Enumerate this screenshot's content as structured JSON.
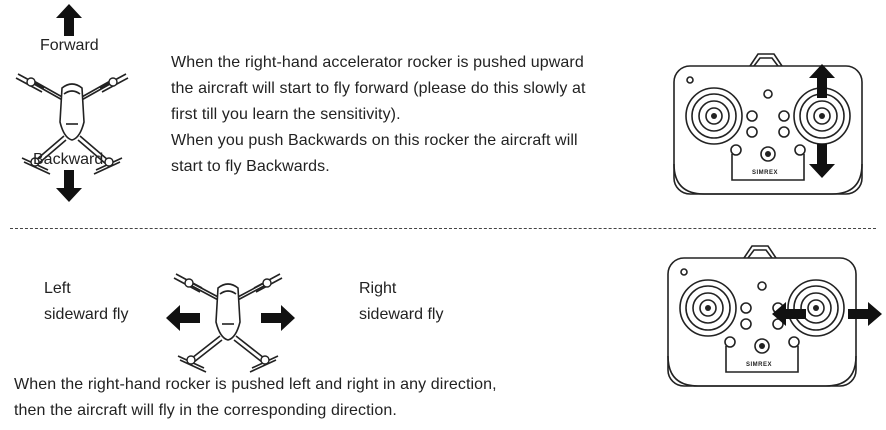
{
  "section_forward": {
    "label_forward": "Forward",
    "label_backward": "Backward",
    "text_lines": [
      "When the right-hand accelerator rocker  is pushed upward",
      "the aircraft will start to fly forward (please do this slowly at",
      "first till you learn the sensitivity).",
      "When you push Backwards on this rocker the aircraft will",
      "start to fly Backwards."
    ]
  },
  "section_sideward": {
    "label_left_1": "Left",
    "label_left_2": "sideward fly",
    "label_right_1": "Right",
    "label_right_2": "sideward fly",
    "text_lines": [
      "When the right-hand rocker is pushed  left and right in any direction,",
      "then the aircraft will fly in the corresponding direction."
    ]
  },
  "controller": {
    "brand": "SIMREX"
  },
  "colors": {
    "ink": "#222222",
    "arrow": "#111111"
  },
  "icons": [
    "arrow-up-icon",
    "arrow-down-icon",
    "arrow-left-icon",
    "arrow-right-icon",
    "drone-icon",
    "controller-icon"
  ]
}
